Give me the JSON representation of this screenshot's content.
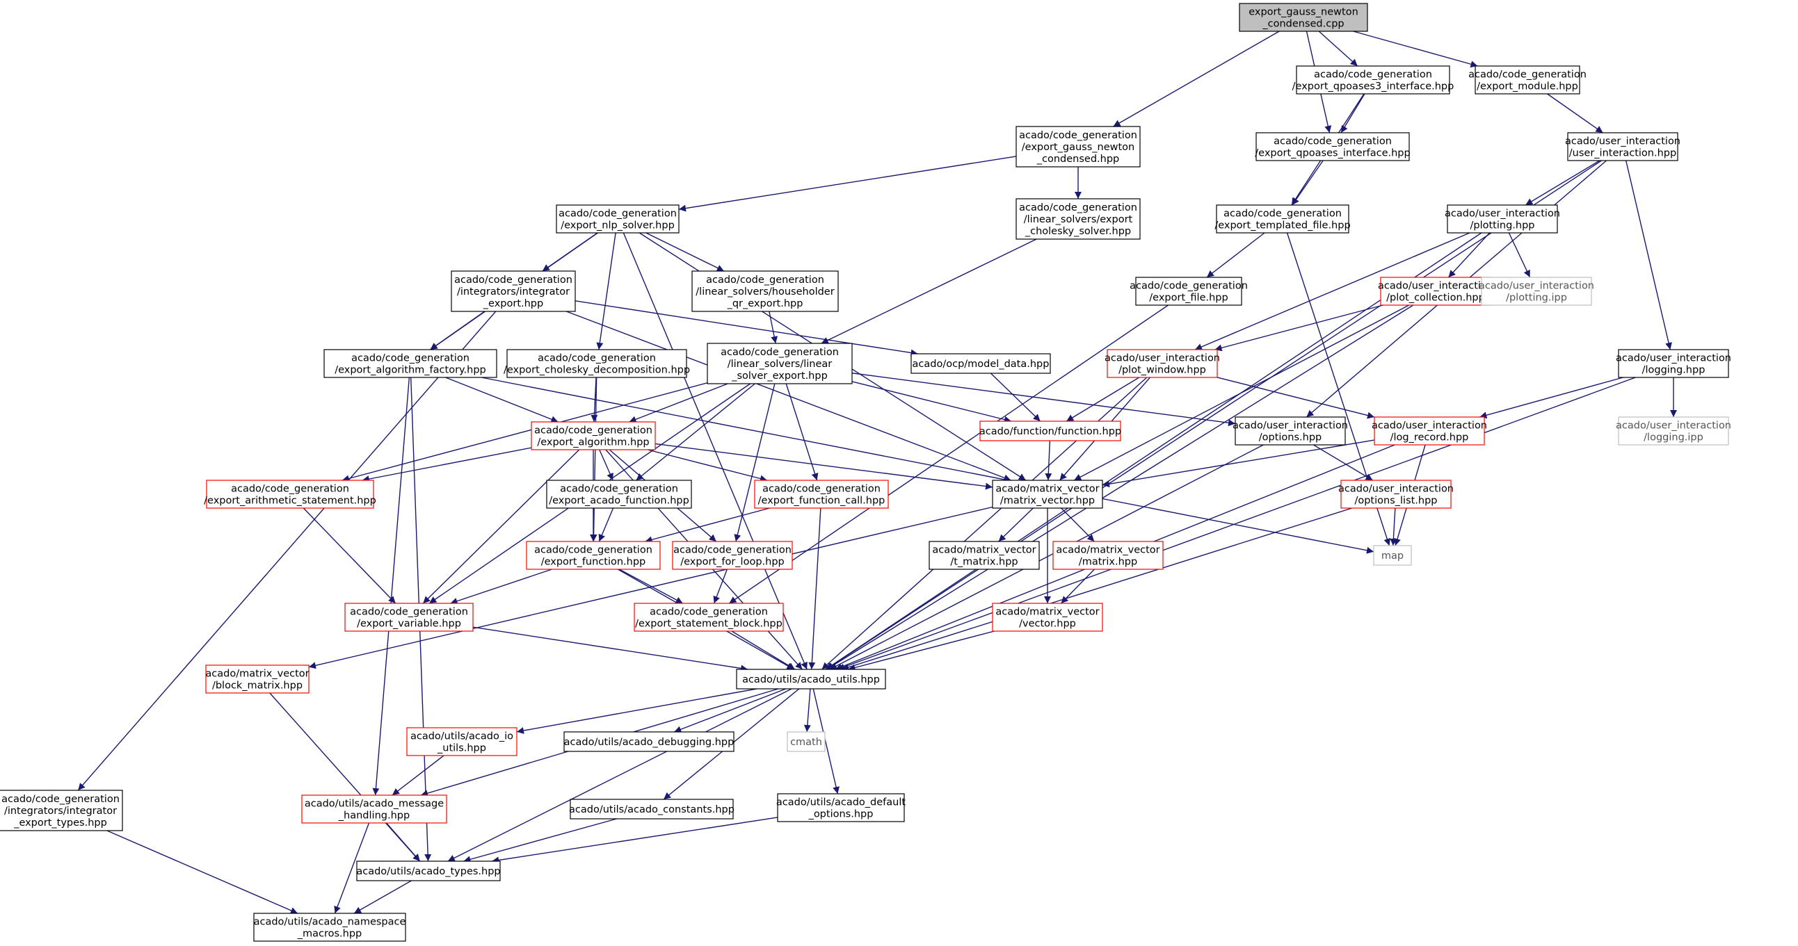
{
  "title": "export_gauss_newton_condensed.cpp",
  "colors": {
    "edge": "#191970",
    "node_black": "#000000",
    "node_red": "#ff0000",
    "node_grey": "#bfbfbf",
    "root_fill": "#bfbfbf"
  },
  "nodes": [
    {
      "id": "root",
      "lines": [
        "export_gauss_newton",
        "_condensed.cpp"
      ],
      "style": "root"
    },
    {
      "id": "egnc_hpp",
      "lines": [
        "acado/code_generation",
        "/export_gauss_newton",
        "_condensed.hpp"
      ],
      "style": "black"
    },
    {
      "id": "qpoases3",
      "lines": [
        "acado/code_generation",
        "/export_qpoases3_interface.hpp"
      ],
      "style": "black"
    },
    {
      "id": "export_module",
      "lines": [
        "acado/code_generation",
        "/export_module.hpp"
      ],
      "style": "black"
    },
    {
      "id": "qpoases",
      "lines": [
        "acado/code_generation",
        "/export_qpoases_interface.hpp"
      ],
      "style": "black"
    },
    {
      "id": "user_interaction",
      "lines": [
        "acado/user_interaction",
        "/user_interaction.hpp"
      ],
      "style": "black"
    },
    {
      "id": "nlp_solver",
      "lines": [
        "acado/code_generation",
        "/export_nlp_solver.hpp"
      ],
      "style": "black"
    },
    {
      "id": "cholesky_solver",
      "lines": [
        "acado/code_generation",
        "/linear_solvers/export",
        "_cholesky_solver.hpp"
      ],
      "style": "black"
    },
    {
      "id": "templated_file",
      "lines": [
        "acado/code_generation",
        "/export_templated_file.hpp"
      ],
      "style": "black"
    },
    {
      "id": "plotting",
      "lines": [
        "acado/user_interaction",
        "/plotting.hpp"
      ],
      "style": "black"
    },
    {
      "id": "integrator_export",
      "lines": [
        "acado/code_generation",
        "/integrators/integrator",
        "_export.hpp"
      ],
      "style": "black"
    },
    {
      "id": "householder",
      "lines": [
        "acado/code_generation",
        "/linear_solvers/householder",
        "_qr_export.hpp"
      ],
      "style": "black"
    },
    {
      "id": "export_file",
      "lines": [
        "acado/code_generation",
        "/export_file.hpp"
      ],
      "style": "black"
    },
    {
      "id": "plot_collection",
      "lines": [
        "acado/user_interaction",
        "/plot_collection.hpp"
      ],
      "style": "red"
    },
    {
      "id": "plotting_ipp",
      "lines": [
        "acado/user_interaction",
        "/plotting.ipp"
      ],
      "style": "grey"
    },
    {
      "id": "alg_factory",
      "lines": [
        "acado/code_generation",
        "/export_algorithm_factory.hpp"
      ],
      "style": "black"
    },
    {
      "id": "cholesky_decomp",
      "lines": [
        "acado/code_generation",
        "/export_cholesky_decomposition.hpp"
      ],
      "style": "black"
    },
    {
      "id": "linear_solver",
      "lines": [
        "acado/code_generation",
        "/linear_solvers/linear",
        "_solver_export.hpp"
      ],
      "style": "black"
    },
    {
      "id": "model_data",
      "lines": [
        "acado/ocp/model_data.hpp"
      ],
      "style": "black"
    },
    {
      "id": "plot_window",
      "lines": [
        "acado/user_interaction",
        "/plot_window.hpp"
      ],
      "style": "red"
    },
    {
      "id": "logging",
      "lines": [
        "acado/user_interaction",
        "/logging.hpp"
      ],
      "style": "black"
    },
    {
      "id": "export_algorithm",
      "lines": [
        "acado/code_generation",
        "/export_algorithm.hpp"
      ],
      "style": "red"
    },
    {
      "id": "function",
      "lines": [
        "acado/function/function.hpp"
      ],
      "style": "red"
    },
    {
      "id": "options",
      "lines": [
        "acado/user_interaction",
        "/options.hpp"
      ],
      "style": "black"
    },
    {
      "id": "log_record",
      "lines": [
        "acado/user_interaction",
        "/log_record.hpp"
      ],
      "style": "red"
    },
    {
      "id": "logging_ipp",
      "lines": [
        "acado/user_interaction",
        "/logging.ipp"
      ],
      "style": "grey"
    },
    {
      "id": "arith",
      "lines": [
        "acado/code_generation",
        "/export_arithmetic_statement.hpp"
      ],
      "style": "red"
    },
    {
      "id": "acado_function",
      "lines": [
        "acado/code_generation",
        "/export_acado_function.hpp"
      ],
      "style": "black"
    },
    {
      "id": "function_call",
      "lines": [
        "acado/code_generation",
        "/export_function_call.hpp"
      ],
      "style": "red"
    },
    {
      "id": "matrix_vector",
      "lines": [
        "acado/matrix_vector",
        "/matrix_vector.hpp"
      ],
      "style": "black"
    },
    {
      "id": "options_list",
      "lines": [
        "acado/user_interaction",
        "/options_list.hpp"
      ],
      "style": "red"
    },
    {
      "id": "export_function",
      "lines": [
        "acado/code_generation",
        "/export_function.hpp"
      ],
      "style": "red"
    },
    {
      "id": "for_loop",
      "lines": [
        "acado/code_generation",
        "/export_for_loop.hpp"
      ],
      "style": "red"
    },
    {
      "id": "t_matrix",
      "lines": [
        "acado/matrix_vector",
        "/t_matrix.hpp"
      ],
      "style": "black"
    },
    {
      "id": "matrix",
      "lines": [
        "acado/matrix_vector",
        "/matrix.hpp"
      ],
      "style": "red"
    },
    {
      "id": "map",
      "lines": [
        "map"
      ],
      "style": "grey"
    },
    {
      "id": "export_variable",
      "lines": [
        "acado/code_generation",
        "/export_variable.hpp"
      ],
      "style": "red"
    },
    {
      "id": "statement_block",
      "lines": [
        "acado/code_generation",
        "/export_statement_block.hpp"
      ],
      "style": "red"
    },
    {
      "id": "vector",
      "lines": [
        "acado/matrix_vector",
        "/vector.hpp"
      ],
      "style": "red"
    },
    {
      "id": "block_matrix",
      "lines": [
        "acado/matrix_vector",
        "/block_matrix.hpp"
      ],
      "style": "red"
    },
    {
      "id": "acado_utils",
      "lines": [
        "acado/utils/acado_utils.hpp"
      ],
      "style": "black"
    },
    {
      "id": "acado_io",
      "lines": [
        "acado/utils/acado_io",
        "_utils.hpp"
      ],
      "style": "red"
    },
    {
      "id": "acado_debugging",
      "lines": [
        "acado/utils/acado_debugging.hpp"
      ],
      "style": "black"
    },
    {
      "id": "cmath",
      "lines": [
        "cmath"
      ],
      "style": "grey"
    },
    {
      "id": "integrator_types",
      "lines": [
        "acado/code_generation",
        "/integrators/integrator",
        "_export_types.hpp"
      ],
      "style": "black"
    },
    {
      "id": "message_handling",
      "lines": [
        "acado/utils/acado_message",
        "_handling.hpp"
      ],
      "style": "red"
    },
    {
      "id": "acado_constants",
      "lines": [
        "acado/utils/acado_constants.hpp"
      ],
      "style": "black"
    },
    {
      "id": "default_options",
      "lines": [
        "acado/utils/acado_default",
        "_options.hpp"
      ],
      "style": "black"
    },
    {
      "id": "acado_types",
      "lines": [
        "acado/utils/acado_types.hpp"
      ],
      "style": "black"
    },
    {
      "id": "namespace_macros",
      "lines": [
        "acado/utils/acado_namespace",
        "_macros.hpp"
      ],
      "style": "black"
    }
  ],
  "edges": [
    [
      "root",
      "egnc_hpp"
    ],
    [
      "root",
      "qpoases3"
    ],
    [
      "root",
      "export_module"
    ],
    [
      "root",
      "qpoases"
    ],
    [
      "qpoases3",
      "qpoases"
    ],
    [
      "qpoases3",
      "templated_file"
    ],
    [
      "qpoases",
      "templated_file"
    ],
    [
      "export_module",
      "user_interaction"
    ],
    [
      "egnc_hpp",
      "nlp_solver"
    ],
    [
      "egnc_hpp",
      "cholesky_solver"
    ],
    [
      "user_interaction",
      "plotting"
    ],
    [
      "user_interaction",
      "logging"
    ],
    [
      "user_interaction",
      "options"
    ],
    [
      "user_interaction",
      "acado_utils"
    ],
    [
      "nlp_solver",
      "integrator_export"
    ],
    [
      "nlp_solver",
      "householder"
    ],
    [
      "nlp_solver",
      "alg_factory"
    ],
    [
      "nlp_solver",
      "cholesky_decomp"
    ],
    [
      "nlp_solver",
      "matrix_vector"
    ],
    [
      "nlp_solver",
      "acado_utils"
    ],
    [
      "cholesky_solver",
      "linear_solver"
    ],
    [
      "householder",
      "linear_solver"
    ],
    [
      "templated_file",
      "export_file"
    ],
    [
      "templated_file",
      "map"
    ],
    [
      "plotting",
      "plot_collection"
    ],
    [
      "plotting",
      "plotting_ipp"
    ],
    [
      "plotting",
      "plot_window"
    ],
    [
      "plotting",
      "acado_utils"
    ],
    [
      "integrator_export",
      "alg_factory"
    ],
    [
      "integrator_export",
      "model_data"
    ],
    [
      "integrator_export",
      "matrix_vector"
    ],
    [
      "integrator_export",
      "integrator_types"
    ],
    [
      "export_file",
      "statement_block"
    ],
    [
      "plot_collection",
      "plot_window"
    ],
    [
      "plot_collection",
      "matrix_vector"
    ],
    [
      "plot_collection",
      "acado_utils"
    ],
    [
      "alg_factory",
      "export_algorithm"
    ],
    [
      "alg_factory",
      "acado_types"
    ],
    [
      "alg_factory",
      "map"
    ],
    [
      "alg_factory",
      "message_handling"
    ],
    [
      "cholesky_decomp",
      "export_algorithm"
    ],
    [
      "cholesky_decomp",
      "export_function"
    ],
    [
      "linear_solver",
      "export_algorithm"
    ],
    [
      "linear_solver",
      "function"
    ],
    [
      "linear_solver",
      "options"
    ],
    [
      "linear_solver",
      "arith"
    ],
    [
      "linear_solver",
      "acado_function"
    ],
    [
      "linear_solver",
      "function_call"
    ],
    [
      "linear_solver",
      "export_variable"
    ],
    [
      "linear_solver",
      "for_loop"
    ],
    [
      "model_data",
      "function"
    ],
    [
      "plot_window",
      "function"
    ],
    [
      "plot_window",
      "log_record"
    ],
    [
      "plot_window",
      "matrix_vector"
    ],
    [
      "plot_window",
      "acado_utils"
    ],
    [
      "logging",
      "log_record"
    ],
    [
      "logging",
      "logging_ipp"
    ],
    [
      "logging",
      "acado_utils"
    ],
    [
      "export_algorithm",
      "arith"
    ],
    [
      "export_algorithm",
      "acado_function"
    ],
    [
      "export_algorithm",
      "function_call"
    ],
    [
      "export_algorithm",
      "export_function"
    ],
    [
      "export_algorithm",
      "for_loop"
    ],
    [
      "export_algorithm",
      "matrix_vector"
    ],
    [
      "export_algorithm",
      "export_variable"
    ],
    [
      "export_algorithm",
      "acado_utils"
    ],
    [
      "function",
      "matrix_vector"
    ],
    [
      "options",
      "options_list"
    ],
    [
      "options",
      "acado_utils"
    ],
    [
      "log_record",
      "matrix_vector"
    ],
    [
      "log_record",
      "map"
    ],
    [
      "log_record",
      "acado_utils"
    ],
    [
      "arith",
      "export_variable"
    ],
    [
      "acado_function",
      "export_function"
    ],
    [
      "function_call",
      "export_function"
    ],
    [
      "function_call",
      "acado_utils"
    ],
    [
      "matrix_vector",
      "t_matrix"
    ],
    [
      "matrix_vector",
      "matrix"
    ],
    [
      "matrix_vector",
      "vector"
    ],
    [
      "matrix_vector",
      "block_matrix"
    ],
    [
      "options_list",
      "map"
    ],
    [
      "options_list",
      "acado_utils"
    ],
    [
      "export_function",
      "export_variable"
    ],
    [
      "export_function",
      "statement_block"
    ],
    [
      "export_function",
      "acado_utils"
    ],
    [
      "for_loop",
      "statement_block"
    ],
    [
      "matrix",
      "vector"
    ],
    [
      "export_variable",
      "acado_utils"
    ],
    [
      "statement_block",
      "acado_utils"
    ],
    [
      "vector",
      "acado_utils"
    ],
    [
      "block_matrix",
      "acado_types"
    ],
    [
      "acado_utils",
      "acado_io"
    ],
    [
      "acado_utils",
      "acado_debugging"
    ],
    [
      "acado_utils",
      "cmath"
    ],
    [
      "acado_utils",
      "acado_constants"
    ],
    [
      "acado_utils",
      "default_options"
    ],
    [
      "acado_utils",
      "message_handling"
    ],
    [
      "acado_utils",
      "acado_types"
    ],
    [
      "acado_io",
      "message_handling"
    ],
    [
      "integrator_types",
      "namespace_macros"
    ],
    [
      "message_handling",
      "acado_types"
    ],
    [
      "message_handling",
      "namespace_macros"
    ],
    [
      "acado_constants",
      "acado_types"
    ],
    [
      "default_options",
      "acado_types"
    ],
    [
      "acado_types",
      "namespace_macros"
    ]
  ]
}
